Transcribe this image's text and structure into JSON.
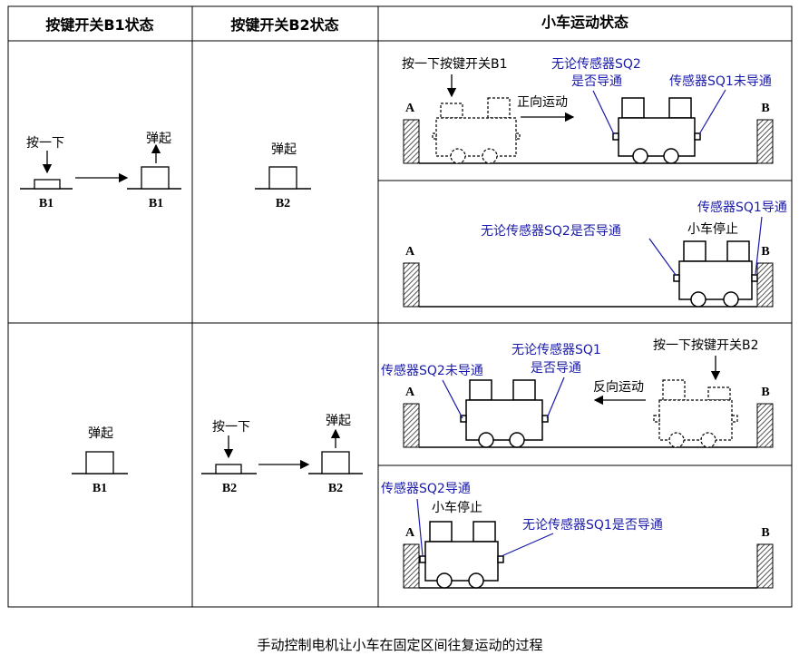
{
  "header": {
    "col1": "按键开关B1状态",
    "col2": "按键开关B2状态",
    "col3": "小车运动状态"
  },
  "button_panels": {
    "row1_b1": {
      "press": "按一下",
      "release": "弹起",
      "name": "B1"
    },
    "row1_b2": {
      "state": "弹起",
      "name": "B2"
    },
    "row2_b1": {
      "state": "弹起",
      "name": "B1"
    },
    "row2_b2": {
      "press": "按一下",
      "release": "弹起",
      "name": "B2"
    }
  },
  "scenes": {
    "s1": {
      "end_a": "A",
      "end_b": "B",
      "press_note": "按一下按键开关B1",
      "direction": "正向运动",
      "sensor_sq2_line1": "无论传感器SQ2",
      "sensor_sq2_line2": "是否导通",
      "sensor_sq1": "传感器SQ1未导通"
    },
    "s2": {
      "end_a": "A",
      "end_b": "B",
      "sensor_sq1": "传感器SQ1导通",
      "sensor_sq2": "无论传感器SQ2是否导通",
      "stop": "小车停止"
    },
    "s3": {
      "end_a": "A",
      "end_b": "B",
      "sensor_sq2": "传感器SQ2未导通",
      "sensor_sq1_line1": "无论传感器SQ1",
      "sensor_sq1_line2": "是否导通",
      "press_note": "按一下按键开关B2",
      "direction": "反向运动"
    },
    "s4": {
      "end_a": "A",
      "end_b": "B",
      "sensor_sq2": "传感器SQ2导通",
      "stop": "小车停止",
      "sensor_sq1": "无论传感器SQ1是否导通"
    }
  },
  "caption": "手动控制电机让小车在固定区间往复运动的过程",
  "colors": {
    "annotation": "#1a1aaa",
    "line": "#000000",
    "wall_hatch": "#555555"
  }
}
